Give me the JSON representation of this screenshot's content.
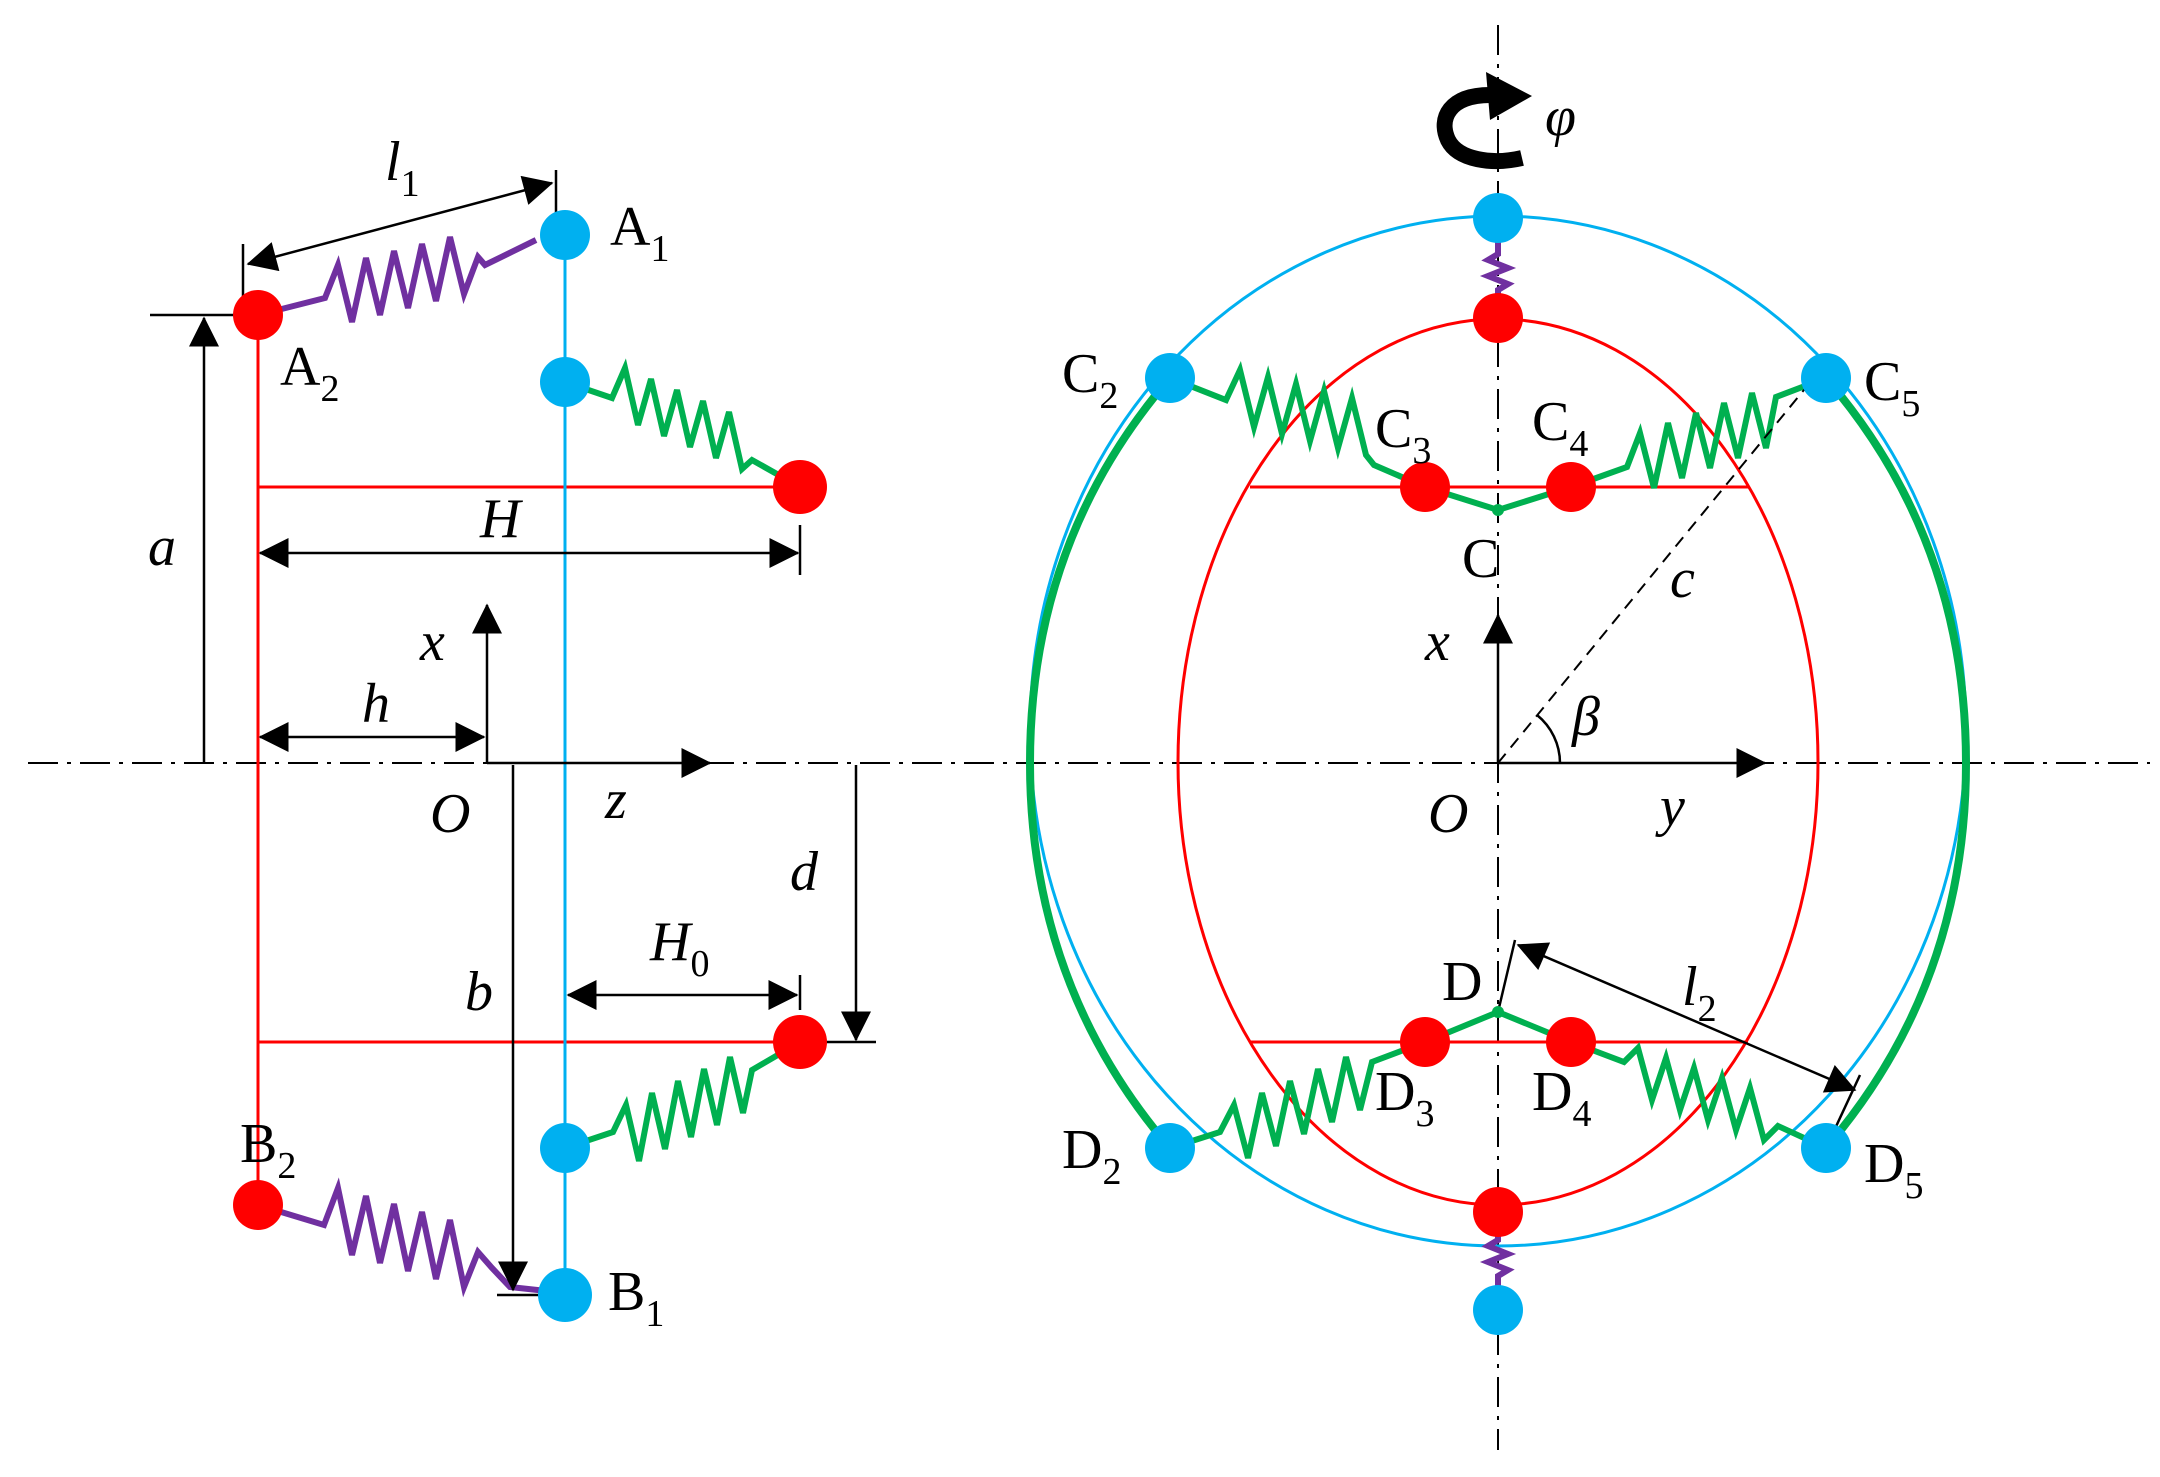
{
  "colors": {
    "red_frame": "#ff0000",
    "blue_frame": "#00b0f0",
    "green_spring": "#00b050",
    "purple_spring": "#7030a0",
    "red_node": "#ff0000",
    "blue_node": "#00b0f0"
  },
  "left_view": {
    "nodes": {
      "A1": {
        "base": "A",
        "sub": "1"
      },
      "A2": {
        "base": "A",
        "sub": "2"
      },
      "B1": {
        "base": "B",
        "sub": "1"
      },
      "B2": {
        "base": "B",
        "sub": "2"
      }
    },
    "dims": {
      "l1": {
        "base": "l",
        "sub": "1"
      },
      "H": "H",
      "H0": {
        "base": "H",
        "sub": "0"
      },
      "a": "a",
      "b": "b",
      "h": "h",
      "d": "d"
    },
    "axes": {
      "x": "x",
      "z": "z",
      "origin": "O"
    }
  },
  "right_view": {
    "nodes": {
      "C": "C",
      "C2": {
        "base": "C",
        "sub": "2"
      },
      "C3": {
        "base": "C",
        "sub": "3"
      },
      "C4": {
        "base": "C",
        "sub": "4"
      },
      "C5": {
        "base": "C",
        "sub": "5"
      },
      "D": "D",
      "D2": {
        "base": "D",
        "sub": "2"
      },
      "D3": {
        "base": "D",
        "sub": "3"
      },
      "D4": {
        "base": "D",
        "sub": "4"
      },
      "D5": {
        "base": "D",
        "sub": "5"
      }
    },
    "dims": {
      "l2": {
        "base": "l",
        "sub": "2"
      },
      "c": "c",
      "beta": "β",
      "phi": "φ"
    },
    "axes": {
      "x": "x",
      "y": "y",
      "origin": "O"
    }
  },
  "icons": {
    "rotation": "curved-rotation-arrow-icon"
  }
}
